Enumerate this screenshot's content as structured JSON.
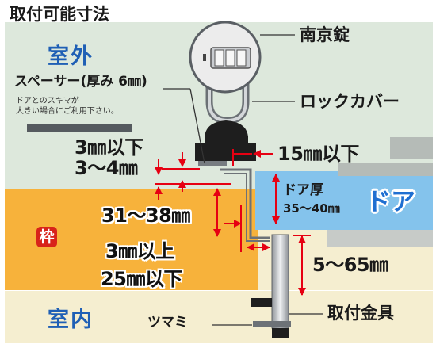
{
  "title": "取付可能寸法",
  "areas": {
    "outdoor": "室外",
    "indoor": "室内",
    "frame": "枠",
    "door": "ドア"
  },
  "spacer": {
    "label": "スペーサー(厚み 6㎜)",
    "note_line1": "ドアとのスキマが",
    "note_line2": "大きい場合にご利用下さい。"
  },
  "parts": {
    "padlock": "南京錠",
    "lock_cover": "ロックカバー",
    "mount_bracket": "取付金具",
    "knob": "ツマミ"
  },
  "dimensions": {
    "max_3mm": "3㎜以下",
    "range_3_4": "3〜4㎜",
    "max_15mm": "15㎜以下",
    "door_thickness_label": "ドア厚",
    "door_thickness": "35〜40㎜",
    "range_31_38": "31〜38㎜",
    "min_3mm": "3㎜以上",
    "max_25mm": "25㎜以下",
    "range_5_65": "5〜65㎜"
  },
  "colors": {
    "outdoor_bg": "#dde8dc",
    "frame": "#f7b23b",
    "door": "#84c3ec",
    "indoor_bg": "#f5eed0",
    "arrow": "#e60012",
    "title_blue": "#1f5fb5"
  }
}
